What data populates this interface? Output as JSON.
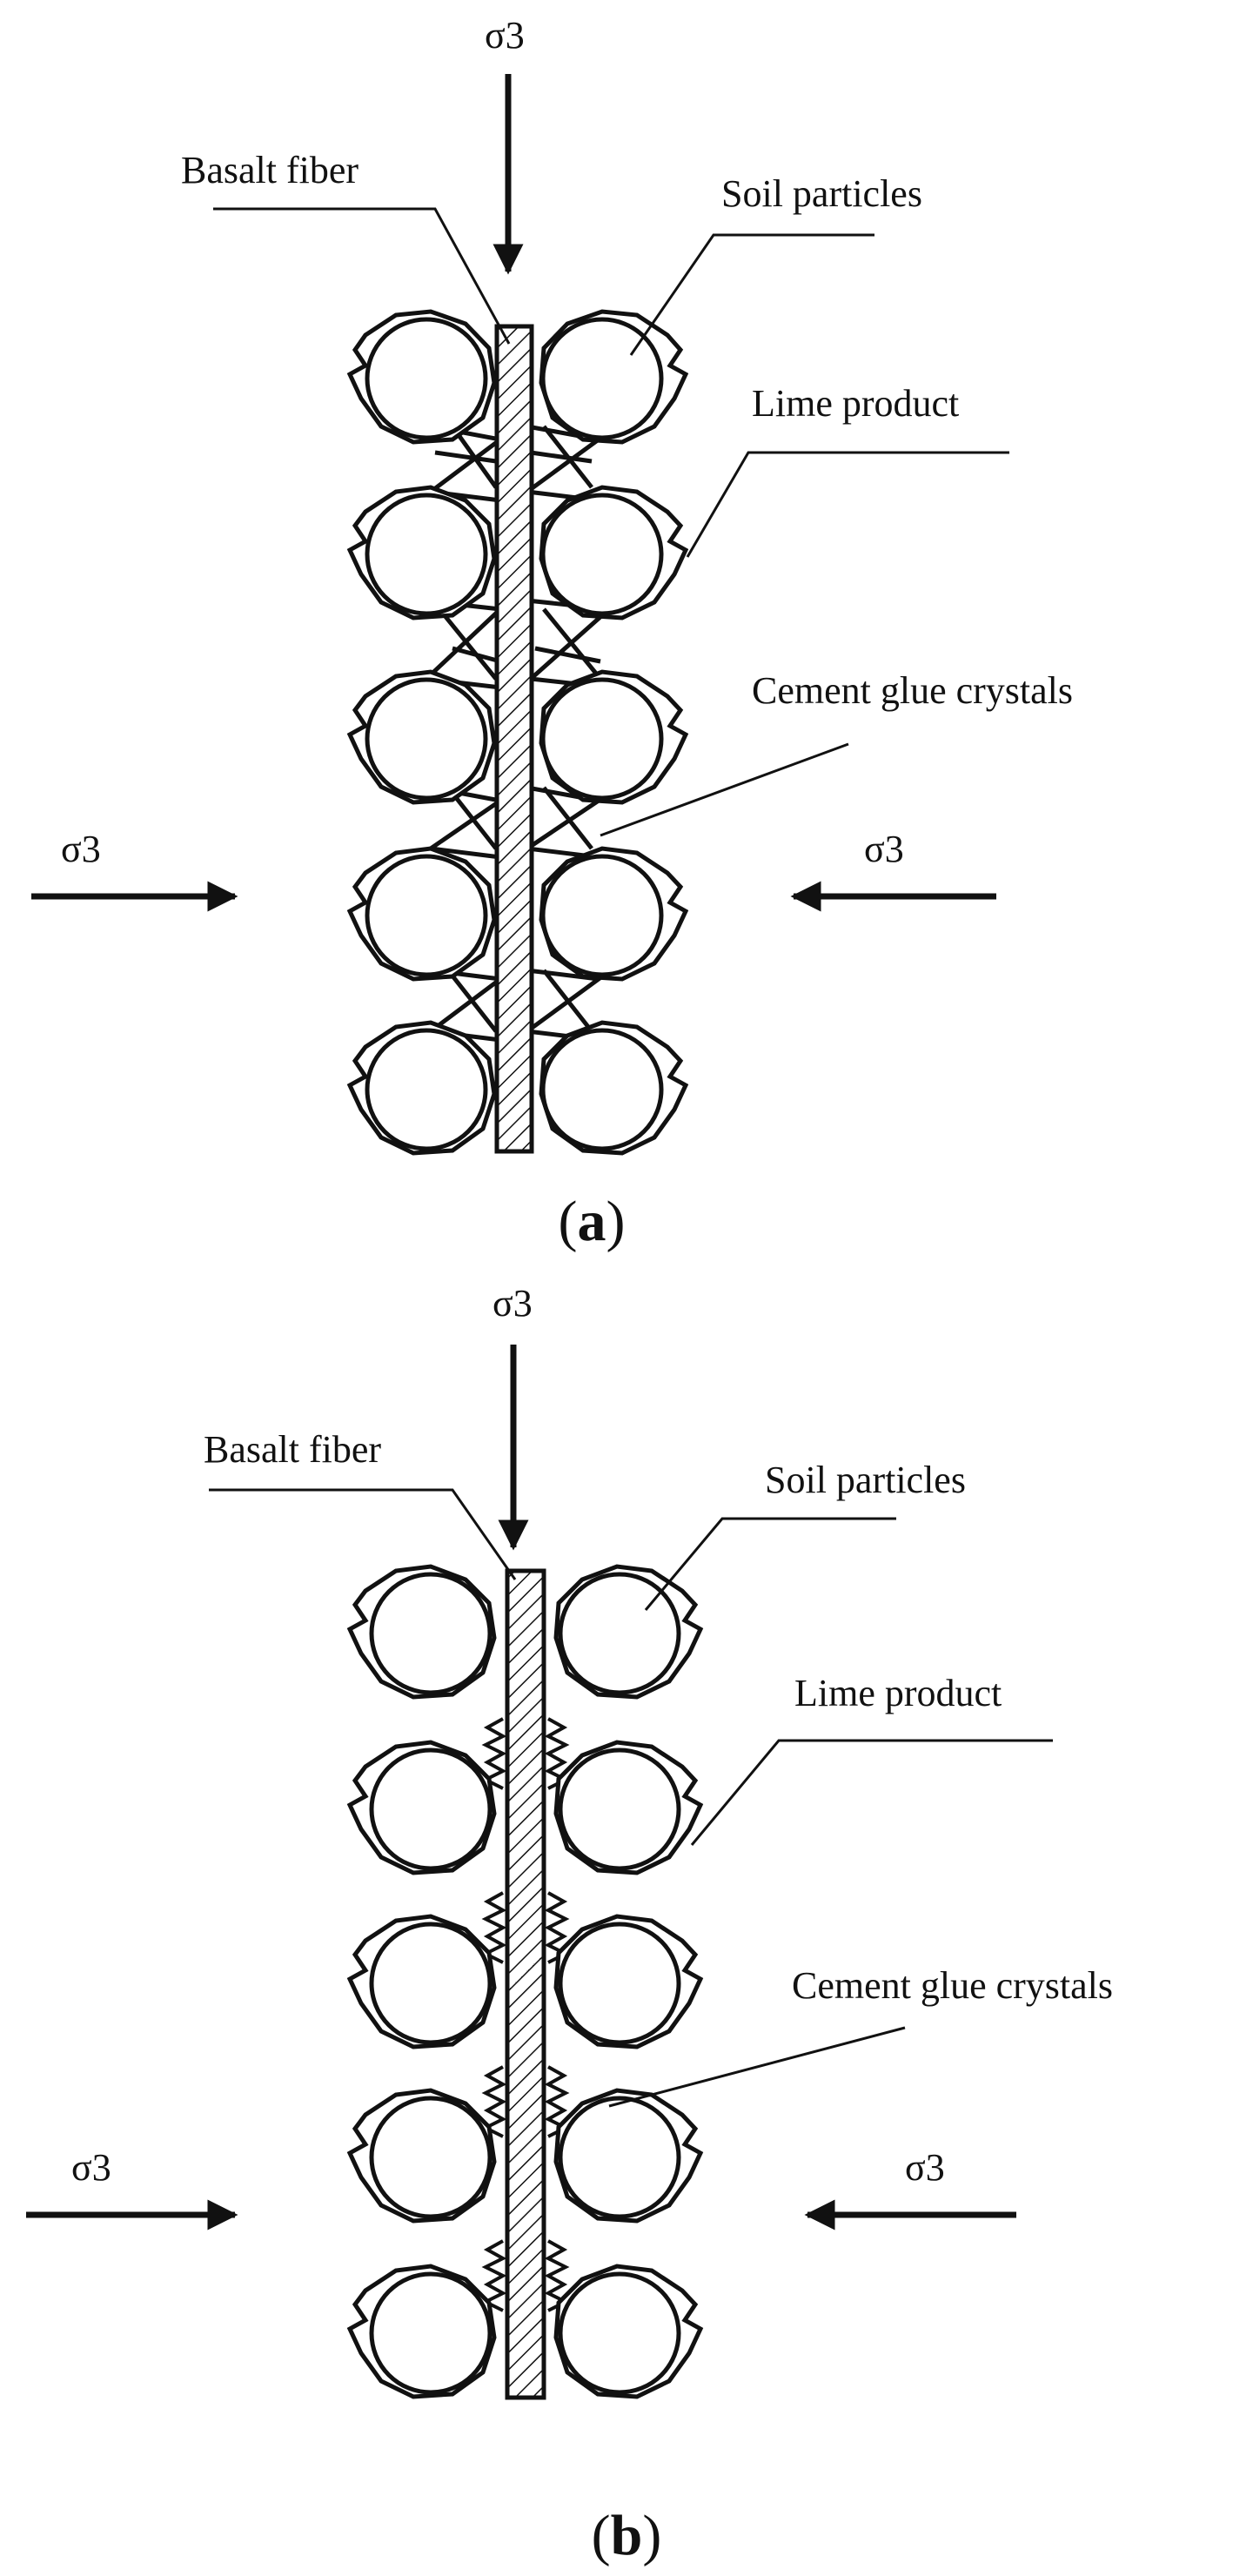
{
  "panels": [
    {
      "id": "a",
      "caption_open": "(",
      "caption_letter": "a",
      "caption_close": ")",
      "sigma_top": "σ3",
      "sigma_left": "σ3",
      "sigma_right": "σ3",
      "labels": {
        "basalt_fiber": "Basalt fiber",
        "soil_particles": "Soil particles",
        "lime_product": "Lime product",
        "cement_glue_crystals": "Cement glue crystals"
      }
    },
    {
      "id": "b",
      "caption_open": "(",
      "caption_letter": "b",
      "caption_close": ")",
      "sigma_top": "σ3",
      "sigma_left": "σ3",
      "sigma_right": "σ3",
      "labels": {
        "basalt_fiber": "Basalt fiber",
        "soil_particles": "Soil particles",
        "lime_product": "Lime product",
        "cement_glue_crystals": "Cement glue crystals"
      }
    }
  ],
  "colors": {
    "ink": "#111111",
    "background": "#ffffff"
  }
}
